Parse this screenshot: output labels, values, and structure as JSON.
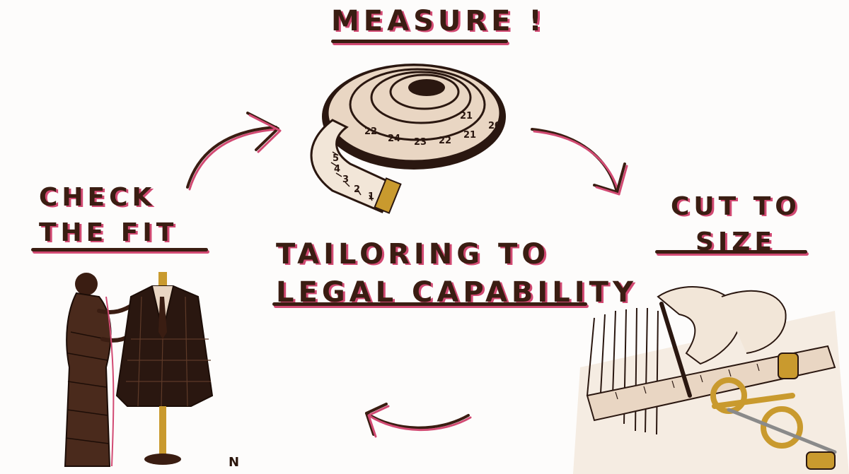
{
  "title": "MEASURE !",
  "center": {
    "line1": "TAILORING TO",
    "line2": "LEGAL CAPABILITY"
  },
  "left_label": {
    "line1": "CHECK",
    "line2": "THE FIT"
  },
  "right_label": {
    "line1": "CUT TO",
    "line2": "SIZE"
  },
  "tape_numbers": [
    "1",
    "2",
    "3",
    "4",
    "5",
    "20",
    "21",
    "22",
    "23",
    "24",
    "22",
    "21"
  ],
  "signature": "N",
  "colors": {
    "ink": "#3a1d12",
    "accent": "#d24a73",
    "tape": "#f2e6d8",
    "cloth": "#2a1710",
    "brass": "#c99a2e"
  },
  "icons": [
    "measuring-tape-icon",
    "tailor-fitting-icon",
    "cutting-fabric-icon"
  ]
}
